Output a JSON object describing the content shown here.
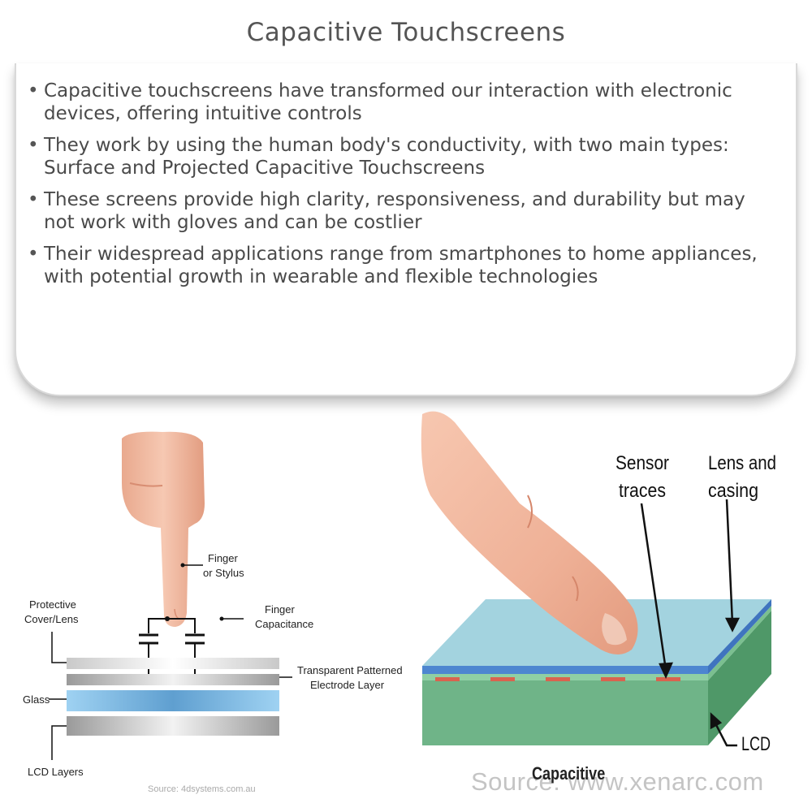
{
  "title": "Capacitive Touchscreens",
  "bullets": [
    "Capacitive touchscreens have transformed our interaction with electronic devices, offering intuitive controls",
    "They work by using the human body's conductivity, with two main types: Surface and Projected Capacitive Touchscreens",
    "These screens provide high clarity, responsiveness, and durability but may not work with gloves and can be costlier",
    "Their widespread applications range from smartphones to home appliances, with potential growth in wearable and flexible technologies"
  ],
  "left_diagram": {
    "finger_label_1": "Finger",
    "finger_label_2": "or Stylus",
    "capacitance_label_1": "Finger",
    "capacitance_label_2": "Capacitance",
    "protective_label_1": "Protective",
    "protective_label_2": "Cover/Lens",
    "electrode_label_1": "Transparent Patterned",
    "electrode_label_2": "Electrode Layer",
    "glass_label": "Glass",
    "lcd_label": "LCD Layers",
    "source": "Source: 4dsystems.com.au"
  },
  "right_diagram": {
    "sensor_label_1": "Sensor",
    "sensor_label_2": "traces",
    "lens_label_1": "Lens and",
    "lens_label_2": "casing",
    "lcd_label": "LCD",
    "caption": "Capacitive",
    "source": "Source: www.xenarc.com"
  },
  "colors": {
    "title": "#555555",
    "text": "#4a4a4a",
    "glass": "#8cc4ea",
    "lcd_green": "#5aa678",
    "lens_blue": "#9fd0e0",
    "skin": "#f0b49a"
  }
}
